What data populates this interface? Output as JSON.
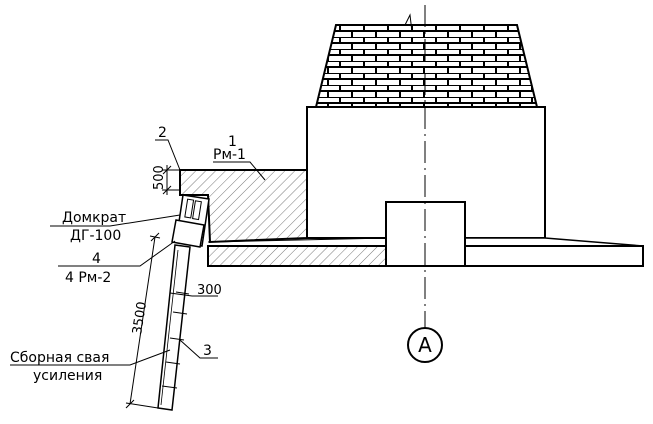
{
  "labels": {
    "item1_number": "1",
    "item1_mark": "Рм-1",
    "item2_number": "2",
    "item3_number": "3",
    "item4_number": "4",
    "item4_mark": "4 Рм-2",
    "jack_name": "Домкрат",
    "jack_model": "ДГ-100",
    "pile_line1": "Сборная свая",
    "pile_line2": "усиления",
    "axis_label": "А"
  },
  "dimensions": {
    "dim_500": "500",
    "dim_300": "300",
    "dim_3500": "3500"
  }
}
